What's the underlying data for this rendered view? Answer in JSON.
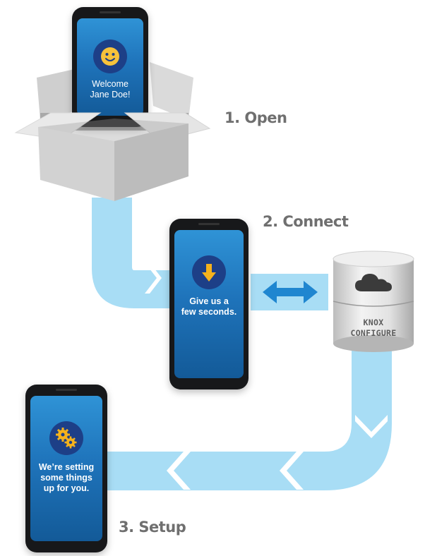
{
  "steps": {
    "open": "1. Open",
    "connect": "2. Connect",
    "setup": "3. Setup"
  },
  "phones": {
    "welcome": {
      "lines": [
        "Welcome",
        "Jane Doe!"
      ],
      "icon": "smiley-icon"
    },
    "connect": {
      "lines": [
        "Give us a",
        "few seconds."
      ],
      "icon": "download-arrow-icon"
    },
    "setup": {
      "lines": [
        "We’re setting",
        "some things",
        "up for you."
      ],
      "icon": "gears-icon"
    }
  },
  "server": {
    "lines": [
      "KNOX",
      "CONFIGURE"
    ],
    "icon": "cloud-icon"
  },
  "colors": {
    "flow": "#a8ddf5",
    "arrow_blue": "#1f86d0",
    "step_text": "#6f6f6f",
    "screen_top": "#2f93d6",
    "screen_bottom": "#135a98",
    "icon_circle": "#1d3f87",
    "smiley": "#f7c23b",
    "arrow_yellow": "#f5b21c",
    "gear": "#f5b21c"
  }
}
